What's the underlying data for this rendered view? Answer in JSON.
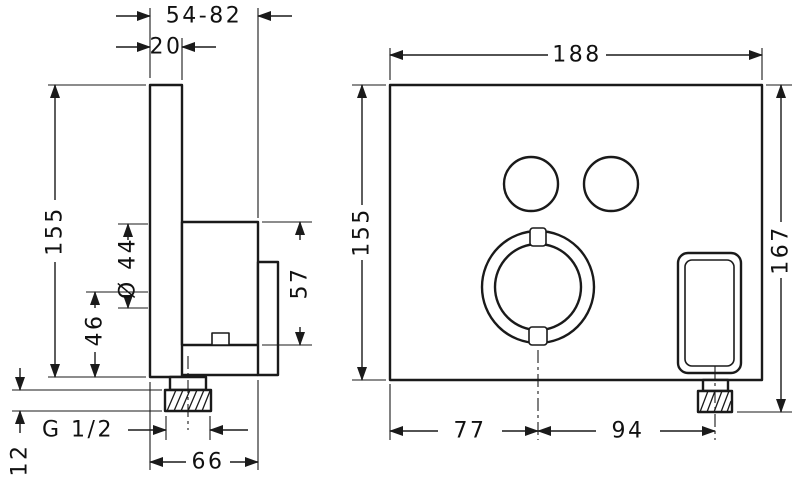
{
  "drawing": {
    "background": "#ffffff",
    "line_color": "#1a1a1a",
    "side_view": {
      "name": "side-view",
      "dims": {
        "depth_range": "54-82",
        "plate_thickness": "20",
        "height": "155",
        "dial_diameter": "Ø 44",
        "lower_section": "46",
        "body_height": "57",
        "thread": "G 1/2",
        "thread_length": "12",
        "depth": "66"
      }
    },
    "front_view": {
      "name": "front-view",
      "dims": {
        "width": "188",
        "plate_height": "155",
        "total_height": "167",
        "dial_center_from_left": "77",
        "outlet_center_from_dial": "94"
      }
    }
  }
}
